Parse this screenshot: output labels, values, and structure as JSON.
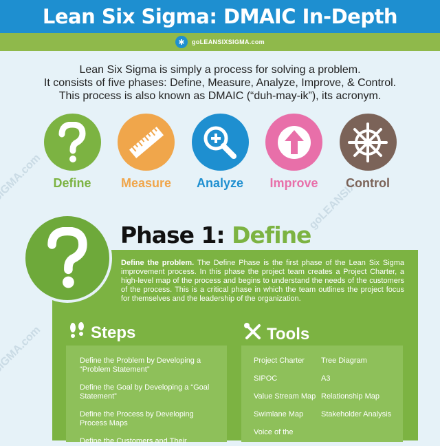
{
  "header": {
    "title": "Lean Six Sigma: DMAIC In-Depth"
  },
  "brand": {
    "text": "goLEANSIXSIGMA.com",
    "icon": "lightbulb-icon"
  },
  "intro": {
    "line1": "Lean Six Sigma is simply a process for solving a problem.",
    "line2": "It consists of five phases: Define, Measure, Analyze, Improve, & Control.",
    "line3": "This process is also known as DMAIC (“duh-may-ik”), its acronym."
  },
  "phases": [
    {
      "label": "Define",
      "color": "#7cb342",
      "icon": "question-mark-icon"
    },
    {
      "label": "Measure",
      "color": "#f0a64b",
      "icon": "ruler-icon"
    },
    {
      "label": "Analyze",
      "color": "#1e8fd0",
      "icon": "magnifier-icon"
    },
    {
      "label": "Improve",
      "color": "#e86fa9",
      "icon": "arrow-up-icon"
    },
    {
      "label": "Control",
      "color": "#7b6358",
      "icon": "ship-wheel-icon"
    }
  ],
  "phase1": {
    "title_prefix": "Phase 1:",
    "title_highlight": "Define",
    "lead": "Define the problem.",
    "description": " The Define Phase is the first phase of the Lean Six Sigma improvement process. In this phase the project team creates a Project Charter, a high-level map of the process and begins to understand the needs of the customers of the process. This is a critical phase in which the team outlines the project focus for themselves and the leadership of the organization."
  },
  "steps": {
    "heading": "Steps",
    "icon": "footprints-icon",
    "items": [
      "Define the Problem by Developing a “Problem Statement”",
      "Define the Goal by Developing a “Goal Statement”",
      "Define the Process by Developing Process Maps",
      "Define the Customers and Their"
    ]
  },
  "tools": {
    "heading": "Tools",
    "icon": "tools-icon",
    "items": [
      "Project Charter",
      "Tree Diagram",
      "SIPOC",
      "A3",
      "Value Stream Map",
      "Relationship Map",
      "Swimlane Map",
      "Stakeholder Analysis",
      "Voice of the",
      ""
    ]
  },
  "colors": {
    "blue": "#1e8fd0",
    "green": "#7cb342",
    "orange": "#f0a64b",
    "pink": "#e86fa9",
    "brown": "#7b6358"
  }
}
